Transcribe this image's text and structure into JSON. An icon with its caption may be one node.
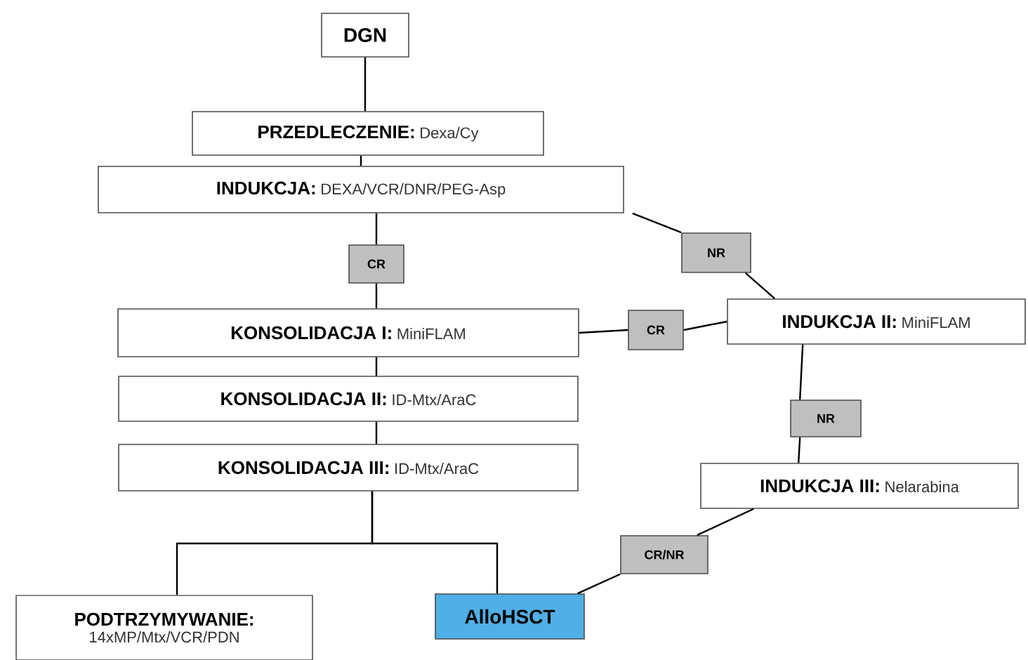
{
  "diagram": {
    "nodes": [
      {
        "text": [
          "DGN"
        ]
      },
      {
        "text": [
          "PRZEDLECZENIE:",
          "Dexa/Cy"
        ]
      },
      {
        "text": [
          "INDUKCJA:",
          "DEXA/VCR/DNR/PEG-Asp"
        ]
      },
      {
        "text": [
          "CR"
        ]
      },
      {
        "text": [
          "NR"
        ]
      },
      {
        "text": [
          "KONSOLIDACJA I:",
          "MiniFLAM"
        ]
      },
      {
        "text": [
          "CR"
        ]
      },
      {
        "text": [
          "INDUKCJA II:",
          "MiniFLAM"
        ]
      },
      {
        "text": [
          "KONSOLIDACJA II:",
          "ID-Mtx/AraC"
        ]
      },
      {
        "text": [
          "KONSOLIDACJA III:",
          "ID-Mtx/AraC"
        ]
      },
      {
        "text": [
          "NR"
        ]
      },
      {
        "text": [
          "INDUKCJA III:",
          "Nelarabina"
        ]
      },
      {
        "text": [
          "CR/NR"
        ]
      },
      {
        "text": [
          "PODTRZYMYWANIE:",
          "14xMP/Mtx/VCR/PDN"
        ]
      },
      {
        "text": [
          "AlloHSCT"
        ]
      }
    ],
    "edges": [
      {
        "from": 0,
        "to": 1,
        "arrow": "none"
      },
      {
        "from": 1,
        "to": 2,
        "arrow": "none"
      },
      {
        "from": 2,
        "to": 3,
        "arrow": "none"
      },
      {
        "from": 3,
        "to": 5,
        "arrow": "none"
      },
      {
        "from": 2,
        "to": 4,
        "arrow": "none"
      },
      {
        "from": 4,
        "to": 7,
        "arrow": "none"
      },
      {
        "from": 7,
        "to": 6,
        "arrow": "none"
      },
      {
        "from": 6,
        "to": 5,
        "arrow": "none"
      },
      {
        "from": 5,
        "to": 8,
        "arrow": "none"
      },
      {
        "from": 8,
        "to": 9,
        "arrow": "none"
      },
      {
        "from": 9,
        "to": 13,
        "arrow": "none"
      },
      {
        "from": 9,
        "to": 14,
        "arrow": "none"
      },
      {
        "from": 7,
        "to": 10,
        "arrow": "none"
      },
      {
        "from": 10,
        "to": 11,
        "arrow": "none"
      },
      {
        "from": 11,
        "to": 12,
        "arrow": "none"
      },
      {
        "from": 12,
        "to": 14,
        "arrow": "none"
      }
    ]
  }
}
